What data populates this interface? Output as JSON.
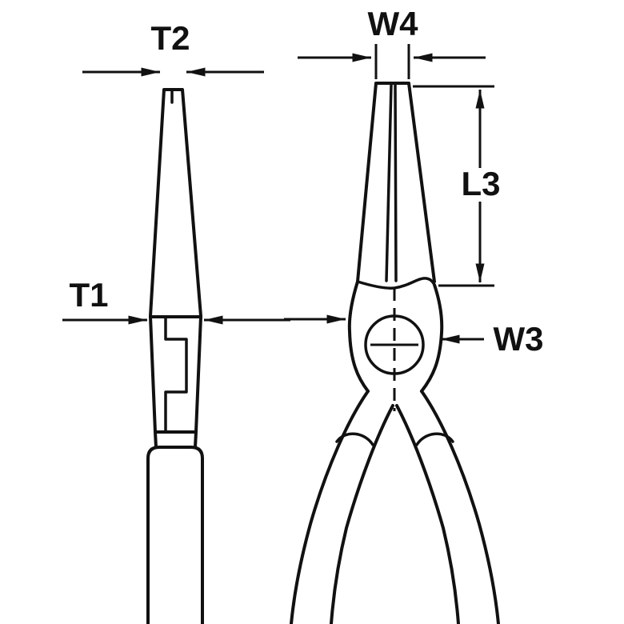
{
  "diagram": {
    "dimension_labels": {
      "T2": "T2",
      "T1": "T1",
      "W4": "W4",
      "L3": "L3",
      "W3": "W3"
    },
    "colors": {
      "line": "#111111",
      "background": "#ffffff"
    }
  }
}
